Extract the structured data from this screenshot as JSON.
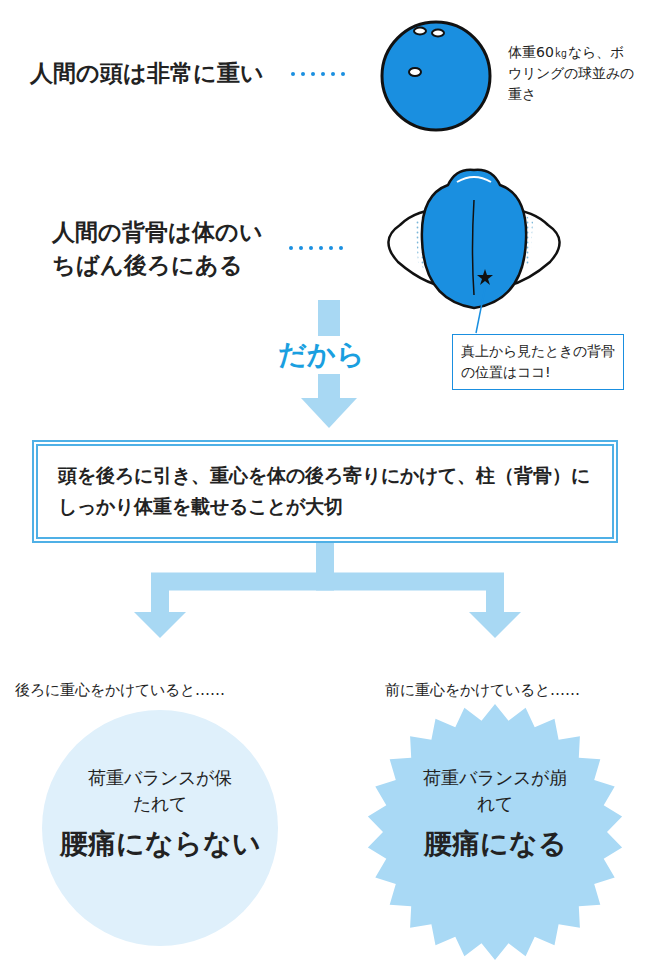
{
  "diagram": {
    "nodes": [
      {
        "text": [
          "真上から見たときの背骨の位置はココ!"
        ]
      },
      {
        "text": [
          "頭を後ろに引き、重心を体の後ろ寄りにかけて、柱（背骨）にしっかり体重を載せることが大切"
        ]
      },
      {
        "text": [
          "後ろに重心をかけていると……",
          "荷重バランスが保たれて",
          "腰痛にならない"
        ]
      },
      {
        "text": [
          "前に重心をかけていると……",
          "荷重バランスが崩れて",
          "腰痛になる"
        ]
      }
    ],
    "edges": [
      {
        "from": 1,
        "to": 2,
        "arrow": "to"
      },
      {
        "from": 1,
        "to": 3,
        "arrow": "to"
      }
    ],
    "labels": [
      "人間の頭は非常に重い",
      "体重60㎏なら、ボウリングの球並みの重さ",
      "人間の背骨は体のいちばん後ろにある",
      "だから"
    ]
  }
}
